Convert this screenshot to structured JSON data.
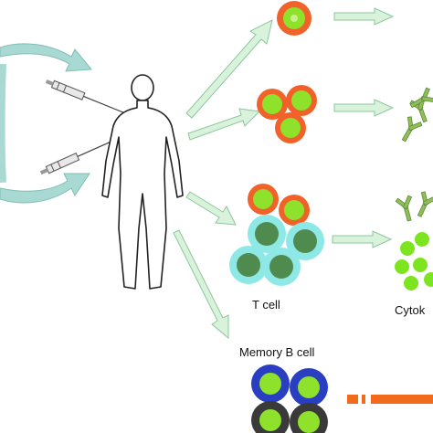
{
  "labels": {
    "t_cell": "T cell",
    "cytokine_partial": "Cytok",
    "memory_b_cell": "Memory B cell"
  },
  "colors": {
    "arrow_fill": "#d9f2dc",
    "arrow_stroke": "#8cc79a",
    "cycle_arrow": "#a8d9d2",
    "orange_cell": "#f0622a",
    "green_nucleus": "#8fe22c",
    "cyan_cell": "#8ee9e6",
    "dark_green_cell": "#4f8a4f",
    "antibody": "#8fbe5a",
    "cytokine": "#7de51f",
    "blue_cell": "#2a3ec2",
    "dark_cell": "#3a3a3a",
    "bar": "#f26a1b",
    "human": "#222222"
  },
  "icons": [
    "injection-syringe-icon",
    "human-body-icon",
    "antibody-icon"
  ]
}
